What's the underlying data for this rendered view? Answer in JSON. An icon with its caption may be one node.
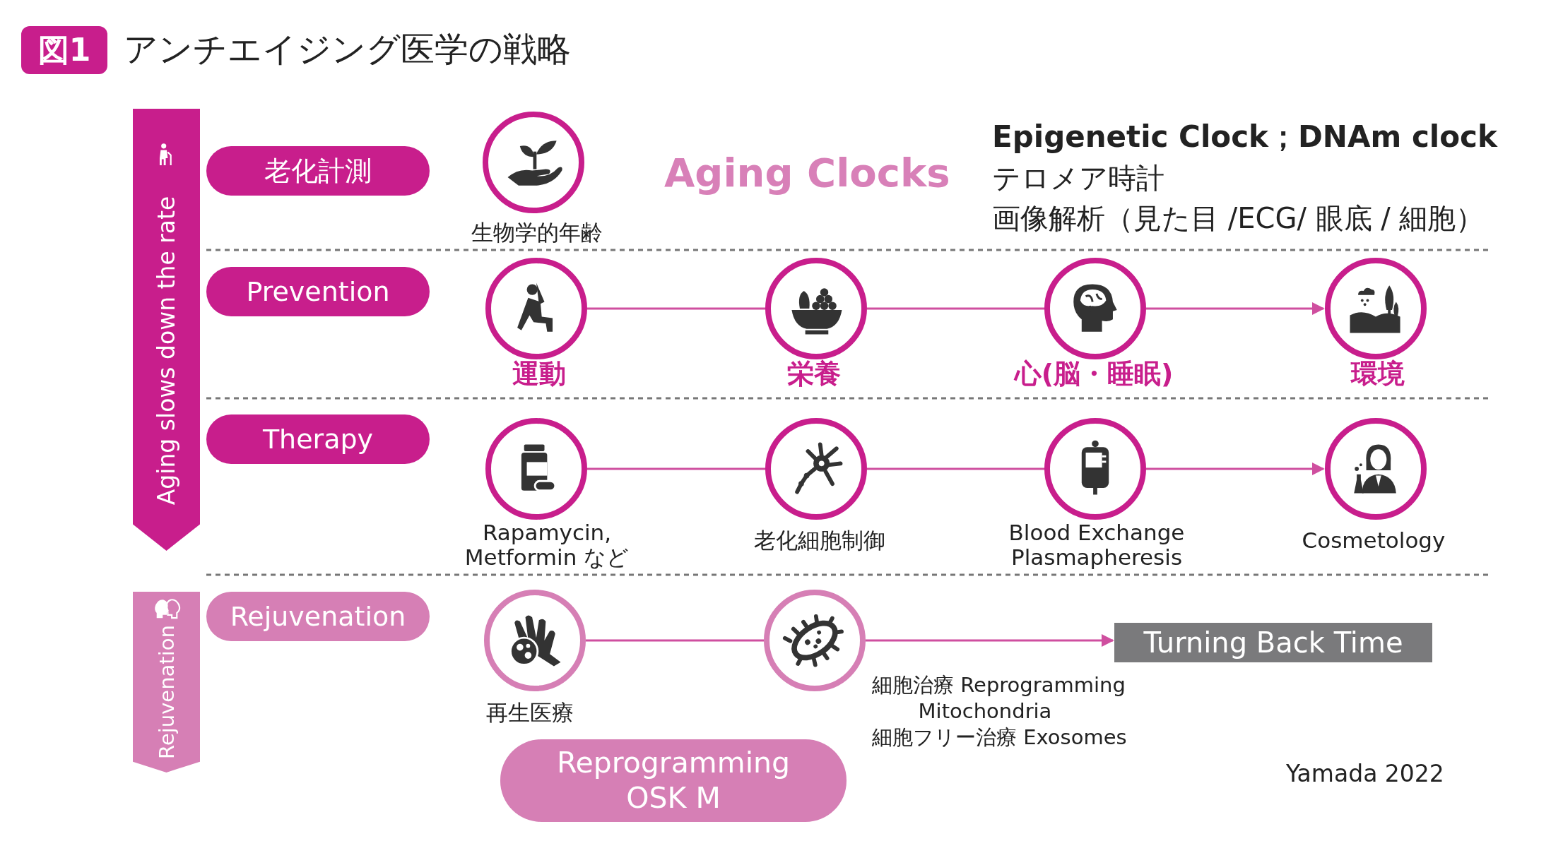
{
  "diagram": {
    "title": "アンチエイジング医学の戦略",
    "nodes": [
      {
        "text": [
          "図1"
        ]
      },
      {
        "text": [
          "Aging slows down the rate"
        ]
      },
      {
        "text": [
          "Rejuvenation"
        ]
      },
      {
        "text": [
          "老化計測"
        ]
      },
      {
        "text": [
          "Prevention"
        ]
      },
      {
        "text": [
          "Therapy"
        ]
      },
      {
        "text": [
          "Rejuvenation"
        ]
      },
      {
        "text": [],
        "shape": "circle",
        "beside": [
          "生物学的年齢"
        ]
      },
      {
        "text": [],
        "shape": "circle",
        "beside": [
          "運動"
        ]
      },
      {
        "text": [],
        "shape": "circle",
        "beside": [
          "栄養"
        ]
      },
      {
        "text": [],
        "shape": "circle",
        "beside": [
          "心(脳・睡眠)"
        ]
      },
      {
        "text": [],
        "shape": "circle",
        "beside": [
          "環境"
        ]
      },
      {
        "text": [],
        "shape": "circle",
        "beside": [
          "Rapamycin, Metformin など"
        ]
      },
      {
        "text": [],
        "shape": "circle",
        "beside": [
          "老化細胞制御"
        ]
      },
      {
        "text": [],
        "shape": "circle",
        "beside": [
          "Blood Exchange Plasmapheresis"
        ]
      },
      {
        "text": [],
        "shape": "circle",
        "beside": [
          "Cosmetology"
        ]
      },
      {
        "text": [],
        "shape": "circle",
        "beside": [
          "再生医療"
        ]
      },
      {
        "text": [],
        "shape": "circle",
        "beside": [
          "細胞治療  Reprogramming",
          "Mitochondria",
          "細胞フリー治療 Exosomes"
        ]
      },
      {
        "text": [
          "Turning Back Time"
        ]
      },
      {
        "text": [
          "Reprogramming OSK M"
        ]
      }
    ],
    "edges": [
      {
        "from": 8,
        "to": 9,
        "arrow": "none"
      },
      {
        "from": 9,
        "to": 10,
        "arrow": "none"
      },
      {
        "from": 10,
        "to": 11,
        "arrow": "to"
      },
      {
        "from": 12,
        "to": 13,
        "arrow": "none"
      },
      {
        "from": 13,
        "to": 14,
        "arrow": "none"
      },
      {
        "from": 14,
        "to": 15,
        "arrow": "to"
      },
      {
        "from": 16,
        "to": 17,
        "arrow": "none"
      },
      {
        "from": 17,
        "to": 18,
        "arrow": "to"
      }
    ],
    "labels": [
      "Aging Clocks",
      "Epigenetic Clock；DNAm clock",
      "テロメア時計",
      "画像解析（見た目 /ECG/ 眼底 / 細胞）",
      "Yamada 2022"
    ]
  }
}
